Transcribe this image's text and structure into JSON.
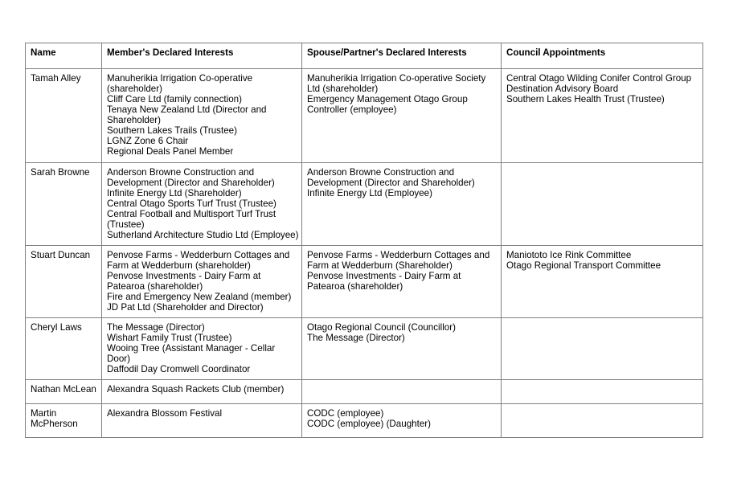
{
  "headers": [
    "Name",
    "Member's Declared Interests",
    "Spouse/Partner's Declared Interests",
    "Council Appointments"
  ],
  "rows": [
    {
      "name": [
        "Tamah Alley"
      ],
      "member": [
        "Manuherikia Irrigation Co-operative",
        "(shareholder)",
        "Cliff Care Ltd (family connection)",
        "Tenaya New Zealand Ltd (Director and",
        "Shareholder)",
        "Southern Lakes Trails (Trustee)",
        "LGNZ Zone 6 Chair",
        "Regional Deals Panel Member"
      ],
      "spouse": [
        "Manuherikia Irrigation Co-operative Society",
        "Ltd (shareholder)",
        "Emergency Management Otago Group",
        "Controller (employee)"
      ],
      "council": [
        "Central Otago Wilding Conifer Control Group",
        "Destination Advisory Board",
        "Southern Lakes Health Trust (Trustee)"
      ]
    },
    {
      "name": [
        "Sarah Browne"
      ],
      "member": [
        "Anderson Browne Construction and",
        "Development (Director and Shareholder)",
        "Infinite Energy Ltd (Shareholder)",
        "Central Otago Sports Turf Trust (Trustee)",
        "Central Football and Multisport Turf Trust",
        "(Trustee)",
        "Sutherland Architecture Studio Ltd (Employee)"
      ],
      "spouse": [
        "Anderson Browne Construction and",
        "Development (Director and Shareholder)",
        "Infinite Energy Ltd (Employee)"
      ],
      "council": []
    },
    {
      "name": [
        "Stuart Duncan"
      ],
      "member": [
        "Penvose Farms - Wedderburn Cottages and",
        "Farm at Wedderburn (shareholder)",
        "Penvose Investments - Dairy Farm at",
        "Patearoa (shareholder)",
        "Fire and Emergency New Zealand (member)",
        "JD Pat Ltd (Shareholder and Director)"
      ],
      "spouse": [
        "Penvose Farms - Wedderburn Cottages and",
        "Farm at Wedderburn (Shareholder)",
        "Penvose Investments - Dairy Farm at",
        "Patearoa (shareholder)"
      ],
      "council": [
        "Maniototo Ice Rink Committee",
        "Otago Regional Transport Committee"
      ]
    },
    {
      "name": [
        "Cheryl Laws"
      ],
      "member": [
        "The Message (Director)",
        "Wishart Family Trust (Trustee)",
        "Wooing Tree (Assistant Manager - Cellar",
        "Door)",
        "Daffodil Day Cromwell Coordinator"
      ],
      "spouse": [
        "Otago Regional Council (Councillor)",
        "The Message (Director)"
      ],
      "council": []
    },
    {
      "name": [
        "Nathan McLean"
      ],
      "member": [
        "Alexandra Squash Rackets Club (member)"
      ],
      "spouse": [],
      "council": []
    },
    {
      "name": [
        "Martin",
        "McPherson"
      ],
      "member": [
        "Alexandra Blossom Festival"
      ],
      "spouse": [
        "CODC (employee)",
        "CODC (employee) (Daughter)"
      ],
      "council": []
    }
  ]
}
